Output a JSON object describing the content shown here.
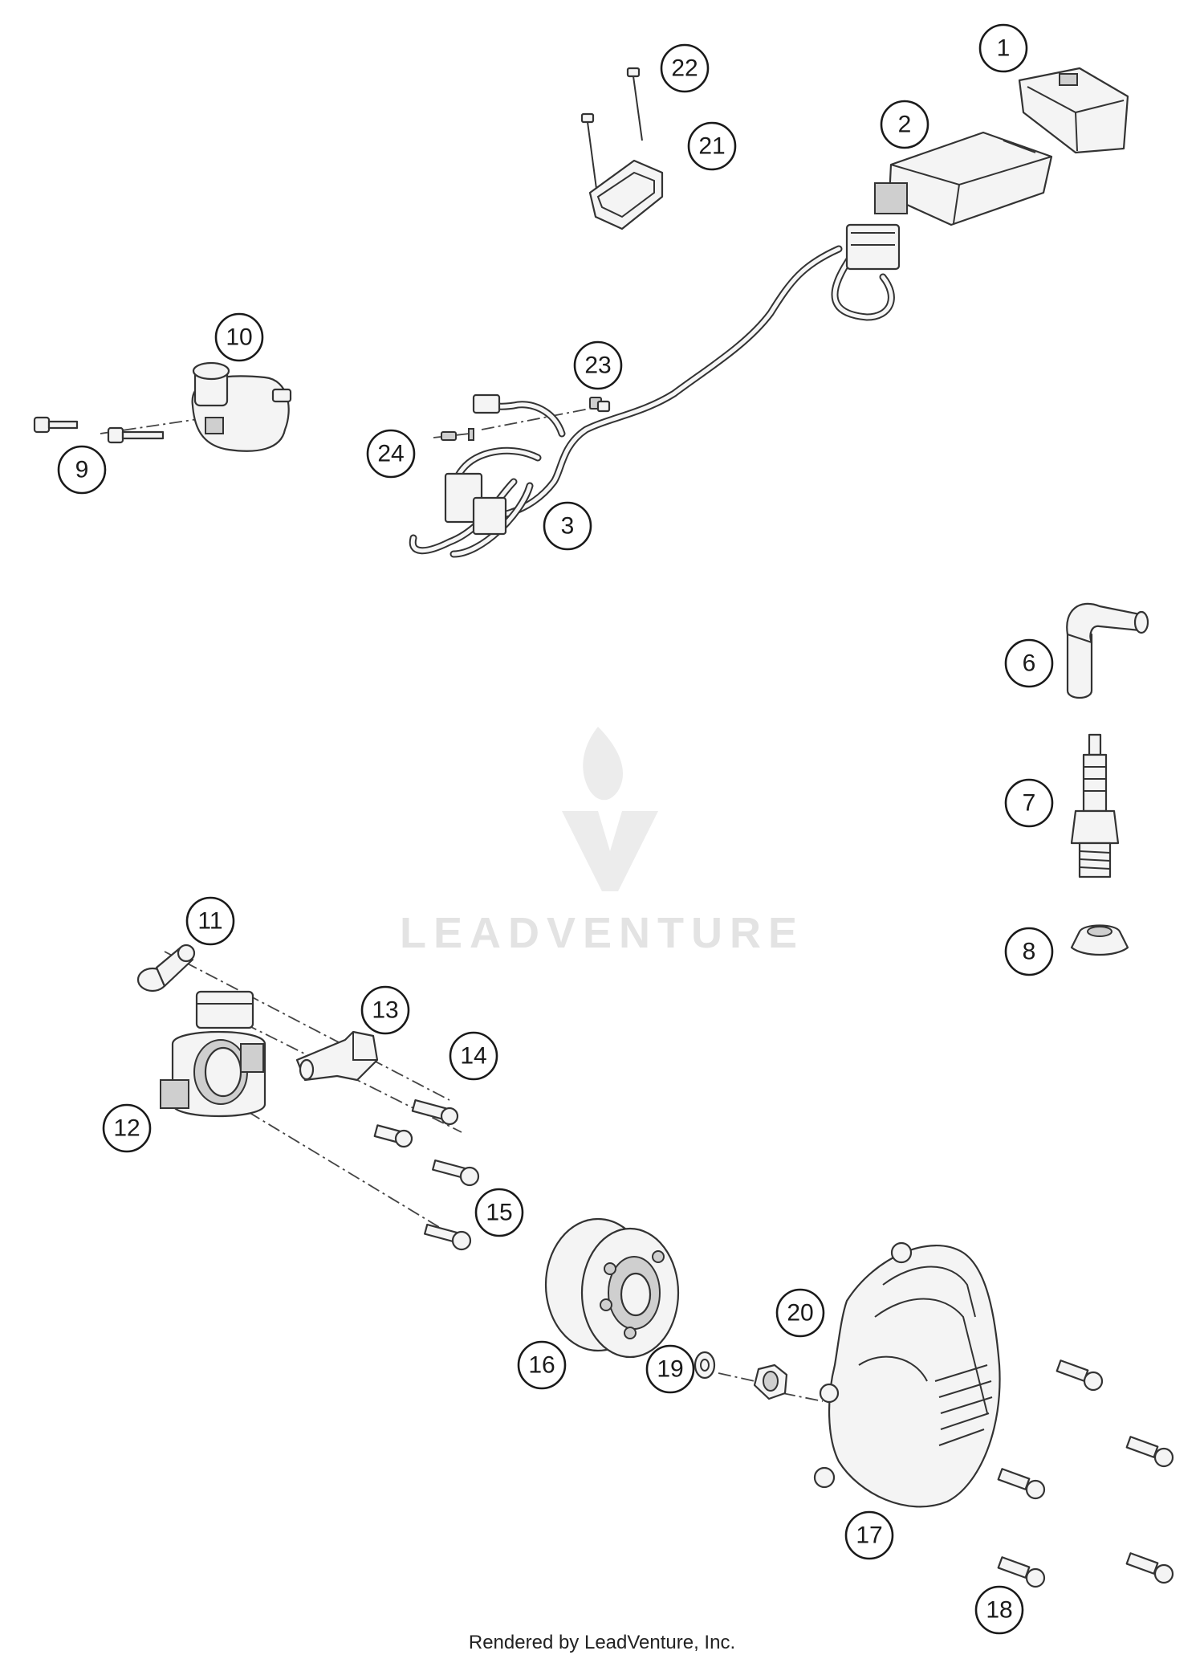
{
  "callouts": [
    {
      "label": "1"
    },
    {
      "label": "2"
    },
    {
      "label": "3"
    },
    {
      "label": "6"
    },
    {
      "label": "7"
    },
    {
      "label": "8"
    },
    {
      "label": "9"
    },
    {
      "label": "10"
    },
    {
      "label": "11"
    },
    {
      "label": "12"
    },
    {
      "label": "13"
    },
    {
      "label": "14"
    },
    {
      "label": "15"
    },
    {
      "label": "16"
    },
    {
      "label": "17"
    },
    {
      "label": "18"
    },
    {
      "label": "19"
    },
    {
      "label": "20"
    },
    {
      "label": "21"
    },
    {
      "label": "22"
    },
    {
      "label": "23"
    },
    {
      "label": "24"
    }
  ],
  "watermark": {
    "text": "LEADVENTURE"
  },
  "footer": {
    "text": "Rendered by LeadVenture, Inc."
  },
  "colors": {
    "line": "#333333",
    "watermark": "#e3e3e3"
  }
}
